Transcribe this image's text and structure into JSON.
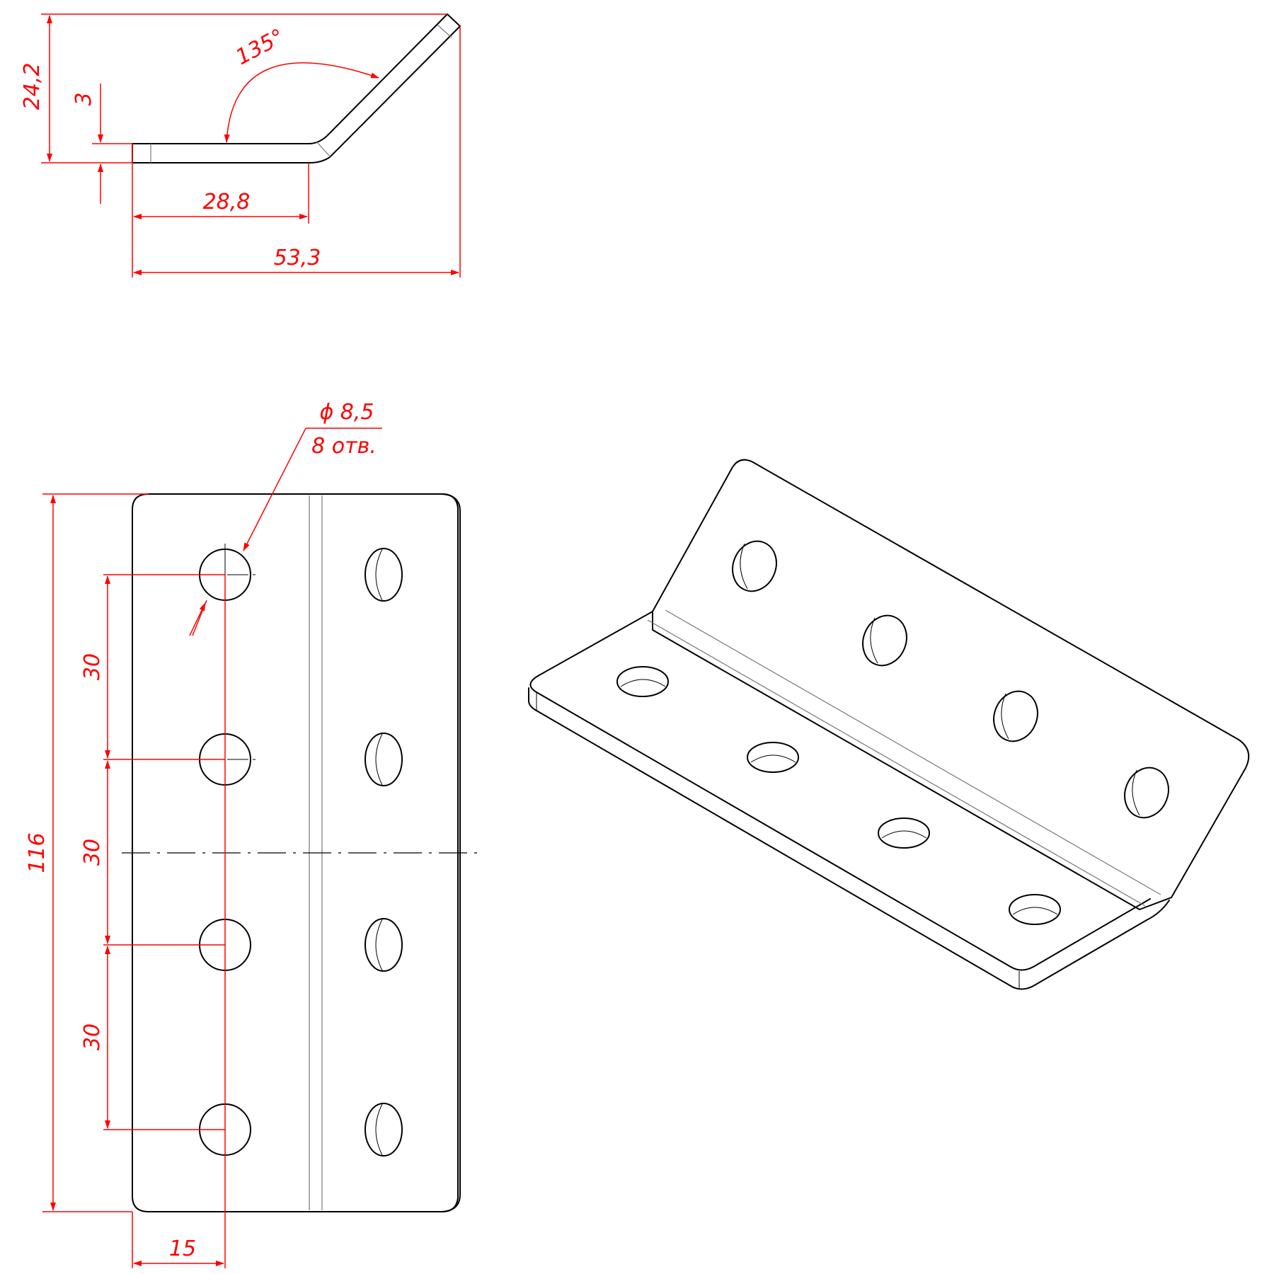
{
  "colors": {
    "outline": "#000000",
    "dimension": "#ff0000",
    "bend_line": "#777777"
  },
  "side_view": {
    "height": "24,2",
    "thickness": "3",
    "flange_length": "28,8",
    "overall_length": "53,3",
    "bend_angle": "135°"
  },
  "front_view": {
    "hole_diameter": "ϕ 8,5",
    "hole_count": "8 отв.",
    "overall_height": "116",
    "pitch_1": "30",
    "pitch_2": "30",
    "pitch_3": "30",
    "edge_offset": "15"
  }
}
